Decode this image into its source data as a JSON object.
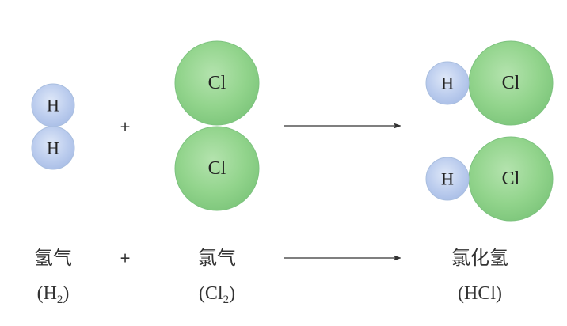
{
  "colors": {
    "hydrogen": "#b7c9ec",
    "chlorine": "#8fd28e",
    "text": "#333333"
  },
  "molecules": {
    "hydrogen": {
      "atom1": "H",
      "atom2": "H"
    },
    "chlorine": {
      "atom1": "Cl",
      "atom2": "Cl"
    },
    "hcl_1": {
      "h": "H",
      "cl": "Cl"
    },
    "hcl_2": {
      "h": "H",
      "cl": "Cl"
    }
  },
  "operators": {
    "plus_top": "+",
    "plus_bottom": "+"
  },
  "captions": {
    "hydrogen": {
      "name": "氢气",
      "formula_open": "(H",
      "formula_sub": "2",
      "formula_close": ")"
    },
    "chlorine": {
      "name": "氯气",
      "formula_open": "(Cl",
      "formula_sub": "2",
      "formula_close": ")"
    },
    "hcl": {
      "name": "氯化氢",
      "formula": "(HCl)"
    }
  }
}
